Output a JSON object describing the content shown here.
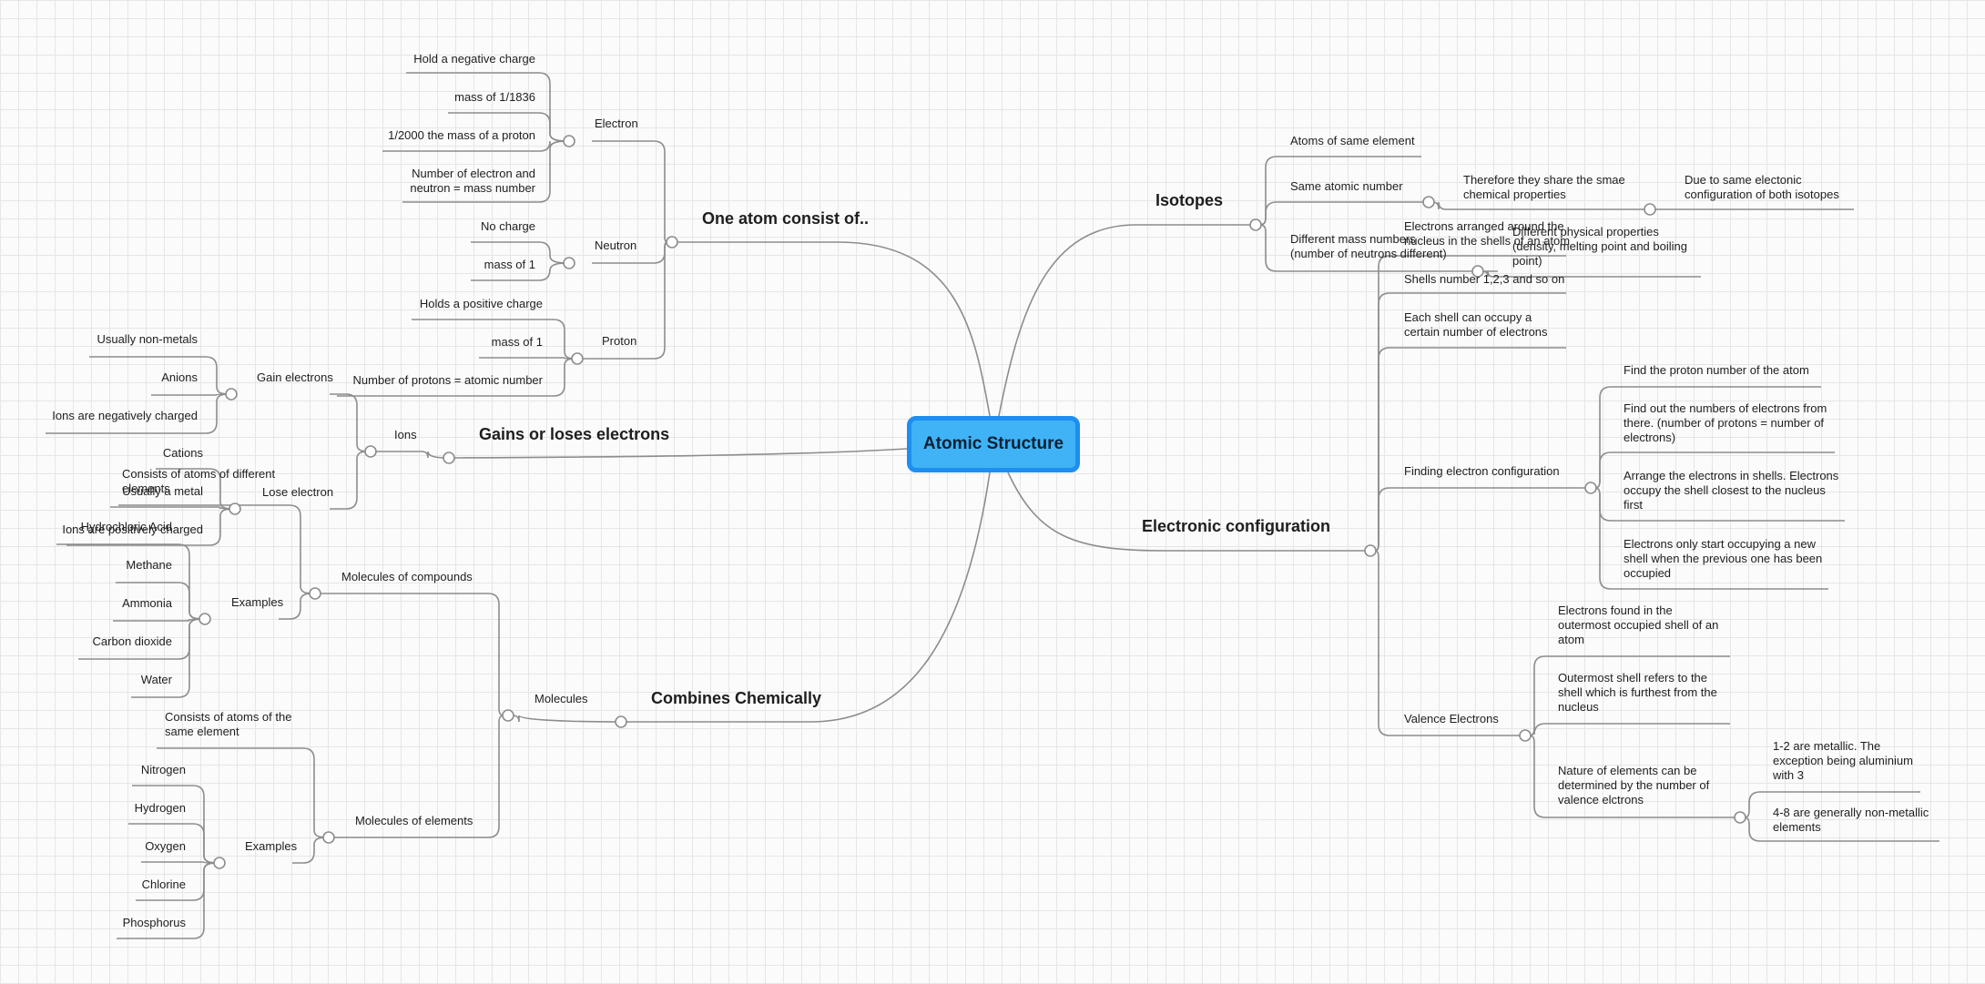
{
  "central": "Atomic Structure",
  "colors": {
    "edge": "#8d8d8d",
    "central_fill": "#3fb3f5",
    "central_border": "#1e8ef0"
  },
  "branches": {
    "atom": {
      "title": "One atom consist of..",
      "electron": {
        "label": "Electron",
        "items": [
          "Hold a negative charge",
          "mass of 1/1836",
          "1/2000 the mass of a proton",
          "Number of electron and\nneutron = mass number"
        ]
      },
      "neutron": {
        "label": "Neutron",
        "items": [
          "No charge",
          "mass of 1"
        ]
      },
      "proton": {
        "label": "Proton",
        "items": [
          "Holds a positive charge",
          "mass of 1",
          "Number of protons = atomic number"
        ]
      }
    },
    "ions": {
      "title": "Gains or loses electrons",
      "label": "Ions",
      "gain": {
        "label": "Gain electrons",
        "items": [
          "Usually non-metals",
          "Anions",
          "Ions are negatively charged"
        ]
      },
      "lose": {
        "label": "Lose electron",
        "items": [
          "Cations",
          "Usually a metal",
          "Ions are positively charged"
        ]
      }
    },
    "chem": {
      "title": "Combines Chemically",
      "label": "Molecules",
      "compounds": {
        "label": "Molecules of compounds",
        "desc": "Consists of atoms of different\nelements",
        "examples_label": "Examples",
        "examples": [
          "Hydrochloric Acid",
          "Methane",
          "Ammonia",
          "Carbon dioxide",
          "Water"
        ]
      },
      "elements": {
        "label": "Molecules of elements",
        "desc": "Consists of atoms of the\nsame element",
        "examples_label": "Examples",
        "examples": [
          "Nitrogen",
          "Hydrogen",
          "Oxygen",
          "Chlorine",
          "Phosphorus"
        ]
      }
    },
    "isotopes": {
      "title": "Isotopes",
      "items": [
        "Atoms of same element",
        "Same atomic number",
        "Different mass numbers\n(number of neutrons different)"
      ],
      "same_props": "Therefore they share the smae\nchemical properties",
      "same_props_reason": "Due to same electonic\nconfiguration of both isotopes",
      "diff_props": "Different physical properties\n(density, melting point and boiling\npoint)"
    },
    "config": {
      "title": "Electronic configuration",
      "items": [
        "Electrons arranged around the\nnucleus in the shells of an atom",
        "Shells number 1,2,3 and so on",
        "Each shell can occupy a\ncertain number of electrons"
      ],
      "finding": {
        "label": "Finding electron configuration",
        "items": [
          "Find the proton number of the atom",
          "Find out the numbers of electrons from\nthere. (number of protons = number of\nelectrons)",
          "Arrange the electrons in shells. Electrons\noccupy the shell closest to the nucleus\nfirst",
          "Electrons only start occupying a new\nshell when the previous one has been\noccupied"
        ]
      },
      "valence": {
        "label": "Valence Electrons",
        "items": [
          "Electrons found in the\noutermost occupied shell of an\natom",
          "Outermost shell refers to the\nshell which is furthest from the\nnucleus",
          "Nature of elements can be\ndetermined by the number of\nvalence elctrons"
        ],
        "sub": [
          "1-2 are metallic. The\nexception being aluminium\nwith 3",
          "4-8 are generally non-metallic\nelements"
        ]
      }
    }
  }
}
